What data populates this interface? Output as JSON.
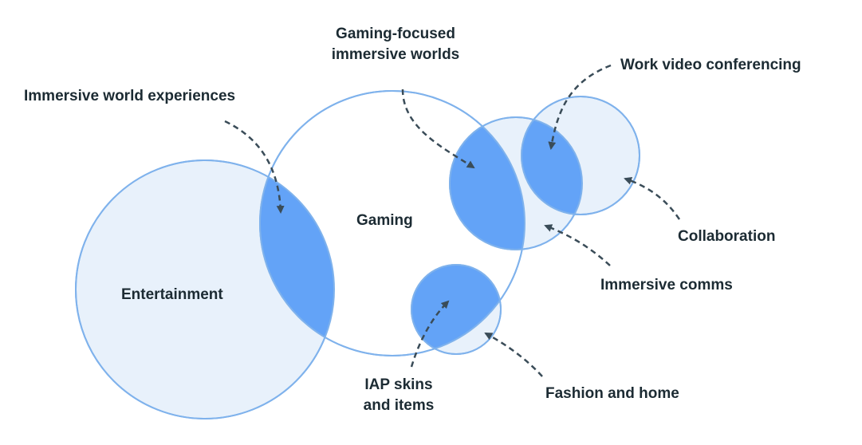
{
  "colors": {
    "circle_fill": "#e8f1fb",
    "circle_stroke": "#7fb2ec",
    "overlap_fill": "#63a3f7",
    "arrow": "#3a4c58",
    "text": "#1c2b33"
  },
  "circles": {
    "entertainment": "Entertainment",
    "gaming": "Gaming"
  },
  "callouts": {
    "immersive_world_experiences": "Immersive world experiences",
    "gaming_focused_line1": "Gaming-focused",
    "gaming_focused_line2": "immersive worlds",
    "work_video_conferencing": "Work video conferencing",
    "collaboration": "Collaboration",
    "immersive_comms": "Immersive comms",
    "iap_line1": "IAP skins",
    "iap_line2": "and items",
    "fashion_and_home": "Fashion and home"
  }
}
